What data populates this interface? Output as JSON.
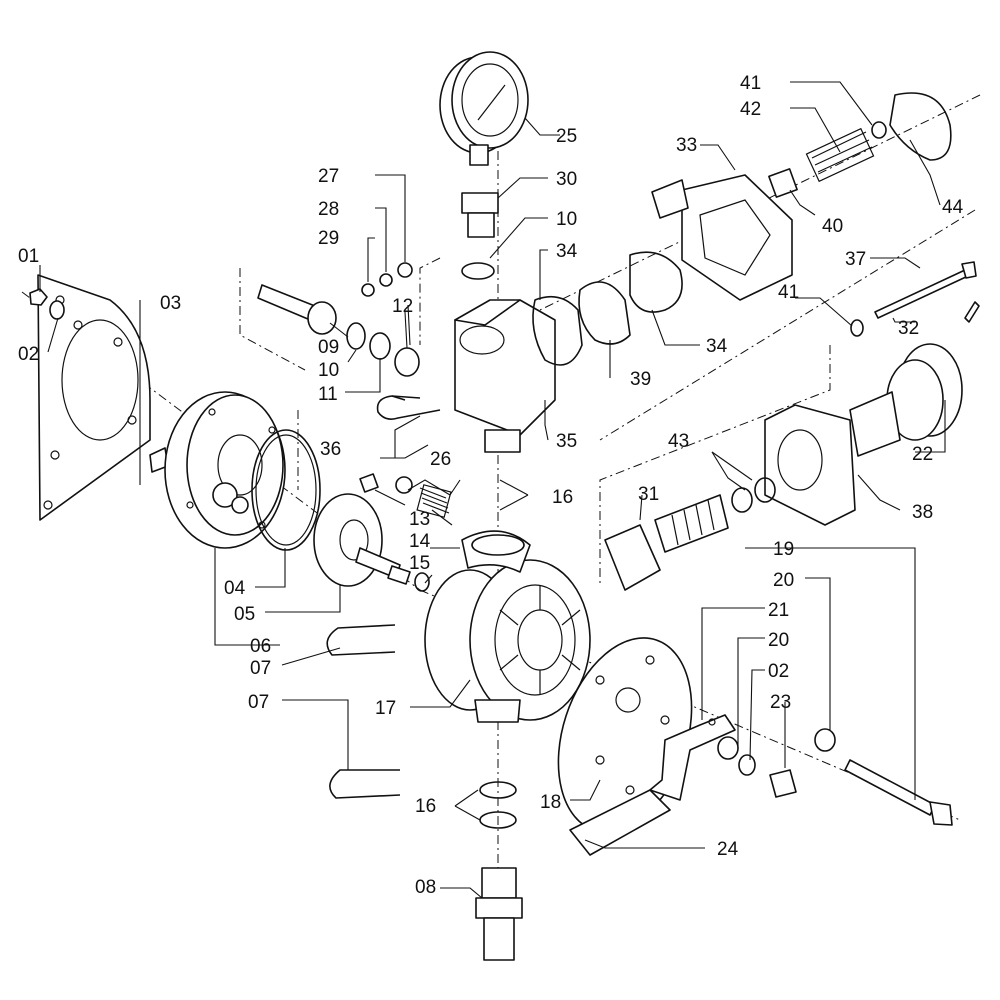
{
  "part_numbers": {
    "p01": "01",
    "p02a": "02",
    "p02b": "02",
    "p03": "03",
    "p04": "04",
    "p05": "05",
    "p06": "06",
    "p07a": "07",
    "p07b": "07",
    "p08": "08",
    "p09": "09",
    "p10a": "10",
    "p10b": "10",
    "p11": "11",
    "p12": "12",
    "p13": "13",
    "p14": "14",
    "p15": "15",
    "p16a": "16",
    "p16b": "16",
    "p17": "17",
    "p18": "18",
    "p19": "19",
    "p20a": "20",
    "p20b": "20",
    "p21": "21",
    "p22": "22",
    "p23": "23",
    "p24": "24",
    "p25": "25",
    "p26": "26",
    "p27": "27",
    "p28": "28",
    "p29": "29",
    "p30": "30",
    "p31": "31",
    "p32": "32",
    "p33": "33",
    "p34a": "34",
    "p34b": "34",
    "p35": "35",
    "p36": "36",
    "p37": "37",
    "p38": "38",
    "p39": "39",
    "p40": "40",
    "p41a": "41",
    "p41b": "41",
    "p42": "42",
    "p43": "43",
    "p44": "44"
  }
}
